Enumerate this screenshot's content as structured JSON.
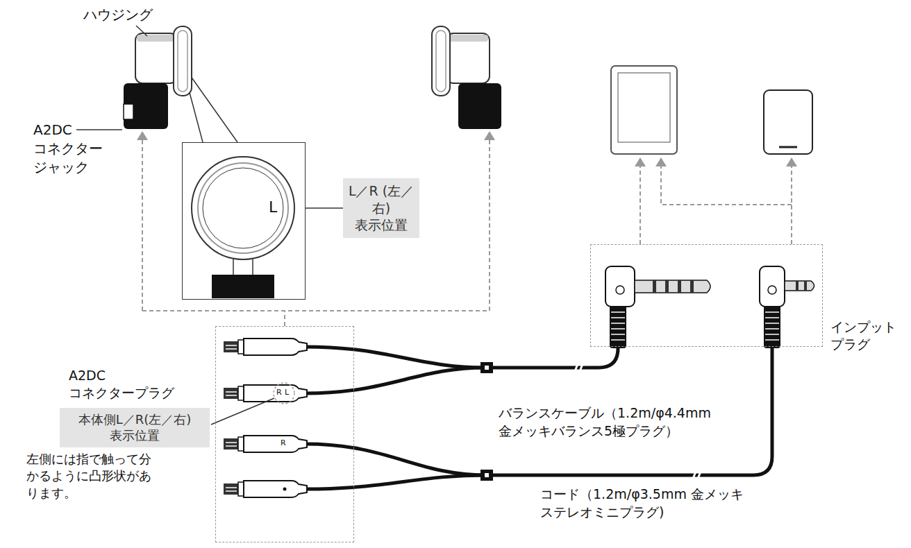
{
  "diagram": {
    "nodes": [
      {
        "text": [
          "L"
        ]
      },
      {
        "text": [
          "L／R (左／右) 表示位置"
        ]
      },
      {
        "text": [
          "A2DC コネクタープラグ"
        ]
      },
      {
        "text": [
          "本体側L／R(左／右) 表示位置"
        ]
      },
      {
        "text": [
          "インプット プラグ"
        ]
      }
    ],
    "edges": [
      {
        "from": 0,
        "to": 1,
        "arrow": "none"
      }
    ],
    "labels": [
      "ハウジング",
      "A2DC コネクター ジャック",
      "R",
      "L",
      "R",
      "バランスケーブル（1.2m/φ4.4mm 金メッキバランス5極プラグ）",
      "コード（1.2m/φ3.5mm 金メッキ ステレオミニプラグ)",
      "左側には指で触って分かるように凸形状があります。"
    ]
  }
}
